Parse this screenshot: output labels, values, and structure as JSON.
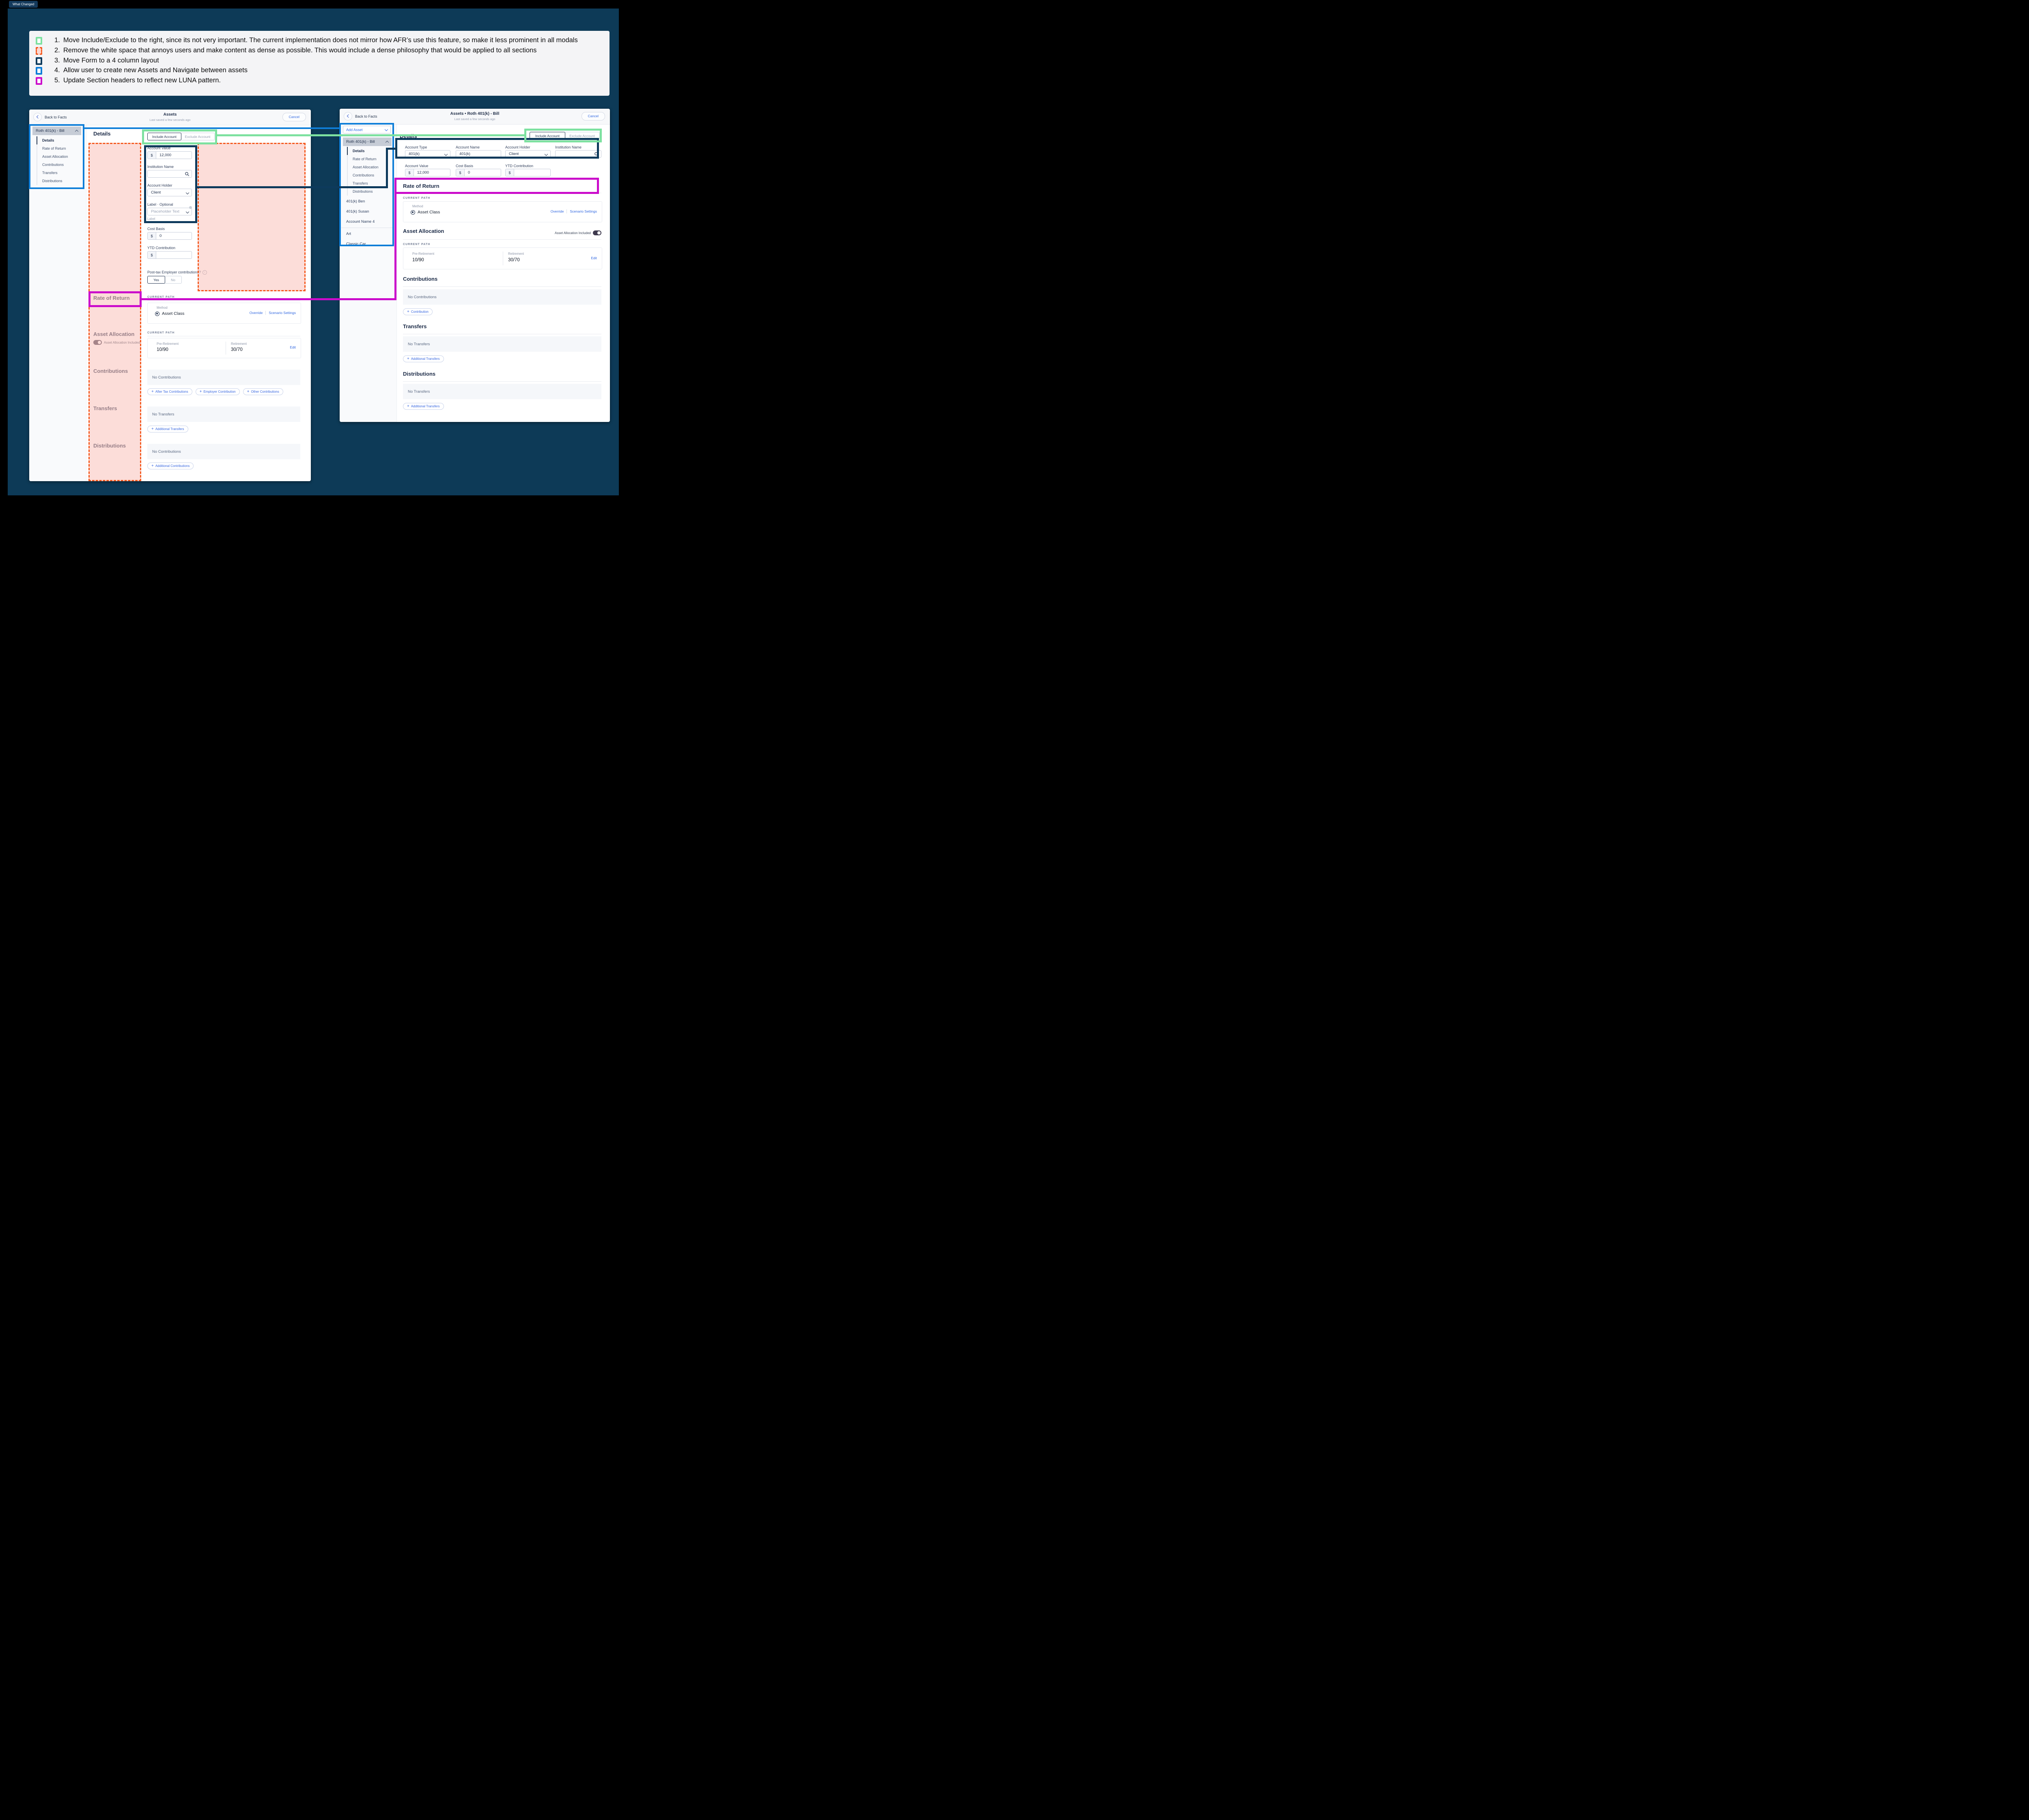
{
  "colors": {
    "green": "#7de1a0",
    "orange": "#f4581d",
    "navy": "#0d3a5c",
    "blue": "#0f7ed8",
    "magenta": "#cb0bcb",
    "canvas": "#0d3a57"
  },
  "what_changed_tab": "What Changed",
  "icons": {
    "plus": "+",
    "info": "i"
  },
  "legend": {
    "items": [
      {
        "num": "1.",
        "text": "Move Include/Exclude to the right, since its not very important. The current implementation does not mirror how AFR’s use this feature, so make it less prominent in all modals"
      },
      {
        "num": "2.",
        "text": "Remove the white space that annoys users and make content as dense as possible. This would include a dense philosophy that would be applied to all sections"
      },
      {
        "num": "3.",
        "text": "Move Form to a 4 column layout"
      },
      {
        "num": "4.",
        "text": "Allow user to create new Assets and Navigate between assets"
      },
      {
        "num": "5.",
        "text": "Update Section headers to reflect new LUNA pattern."
      }
    ]
  },
  "before": {
    "header": {
      "back": "Back to Facts",
      "title": "Assets",
      "subtitle": "Last saved a few seconds ago",
      "cancel": "Cancel"
    },
    "sidebar": {
      "group": "Roth 401(k) - Bill",
      "items": [
        "Details",
        "Rate of Return",
        "Asset Allocation",
        "Contributions",
        "Transfers",
        "Distributions"
      ]
    },
    "details": {
      "heading": "Details",
      "include": "Include Account",
      "exclude": "Exclude Account",
      "account_value_label": "Account Value",
      "account_value_prefix": "$",
      "account_value": "12,000",
      "institution_label": "Institution Name",
      "holder_label": "Account Holder",
      "holder_value": "Client",
      "label_label": "Label · Optional",
      "label_placeholder": "Placeholder Text",
      "label_helper": "Label",
      "cost_basis_label": "Cost Basis",
      "cost_basis_prefix": "$",
      "cost_basis": "0",
      "ytd_label": "YTD Contribution",
      "ytd_prefix": "$",
      "posttax_label": "Post-tax Employer contributions?",
      "yes": "Yes",
      "no": "No"
    },
    "rate_of_return": {
      "heading": "Rate of Return",
      "current_path": "CURRENT PATH",
      "method_label": "Method",
      "method_value": "Asset Class",
      "override": "Override",
      "scenario_settings": "Scenario Settings"
    },
    "asset_allocation": {
      "heading": "Asset Allocation",
      "toggle_label": "Asset Allocation Included",
      "current_path": "CURRENT PATH",
      "pre_label": "Pre-Retirement",
      "pre_value": "10/90",
      "ret_label": "Retirement",
      "ret_value": "30/70",
      "edit": "Edit"
    },
    "contributions": {
      "heading": "Contributions",
      "empty": "No Contributions",
      "buttons": [
        "After Tax Contributions",
        "Employer Contribution",
        "Other Contributions"
      ]
    },
    "transfers": {
      "heading": "Transfers",
      "empty": "No Transfers",
      "button": "Additional Transfers"
    },
    "distributions": {
      "heading": "Distributions",
      "empty": "No Contributions",
      "button": "Additional Contributions"
    }
  },
  "after": {
    "header": {
      "back": "Back to Facts",
      "title": "Assets • Roth 401(k) - Bill",
      "subtitle": "Last saved a few seconds ago",
      "cancel": "Cancel"
    },
    "sidebar": {
      "add_asset": "Add Asset",
      "group": "Roth 401(k) - Bill",
      "items": [
        "Details",
        "Rate of Return",
        "Asset Allocation",
        "Contributions",
        "Transfers",
        "Distributions"
      ],
      "accounts": [
        "401(k) Ben",
        "401(k) Susan",
        "Account Name 4"
      ],
      "other_accounts": [
        "Art",
        "Classic Car"
      ]
    },
    "details": {
      "heading": "Details",
      "include": "Include Account",
      "exclude": "Exclude Account",
      "type_label": "Account Type",
      "type_value": "401(k)",
      "name_label": "Account Name",
      "name_value": "401(k)",
      "holder_label": "Account Holder",
      "holder_value": "Client",
      "institution_label": "Institution Name",
      "value_label": "Account Value",
      "value_prefix": "$",
      "value": "12,000",
      "cost_label": "Cost Basis",
      "cost_prefix": "$",
      "cost": "0",
      "ytd_label": "YTD Contribution",
      "ytd_prefix": "$"
    },
    "rate_of_return": {
      "heading": "Rate of Return",
      "current_path": "CURRENT PATH",
      "method_label": "Method",
      "method_value": "Asset Class",
      "override": "Override",
      "scenario_settings": "Scenario Settings"
    },
    "asset_allocation": {
      "heading": "Asset Allocation",
      "toggle_label": "Asset Allocation Included",
      "current_path": "CURRENT PATH",
      "pre_label": "Pre-Retirement",
      "pre_value": "10/90",
      "ret_label": "Retirement",
      "ret_value": "30/70",
      "edit": "Edit"
    },
    "contributions": {
      "heading": "Contributions",
      "empty": "No Contributions",
      "button": "Contribution"
    },
    "transfers": {
      "heading": "Transfers",
      "empty": "No Transfers",
      "button": "Additional Transfers"
    },
    "distributions": {
      "heading": "Distributions",
      "empty": "No Transfers",
      "button": "Additional Transfers"
    }
  }
}
